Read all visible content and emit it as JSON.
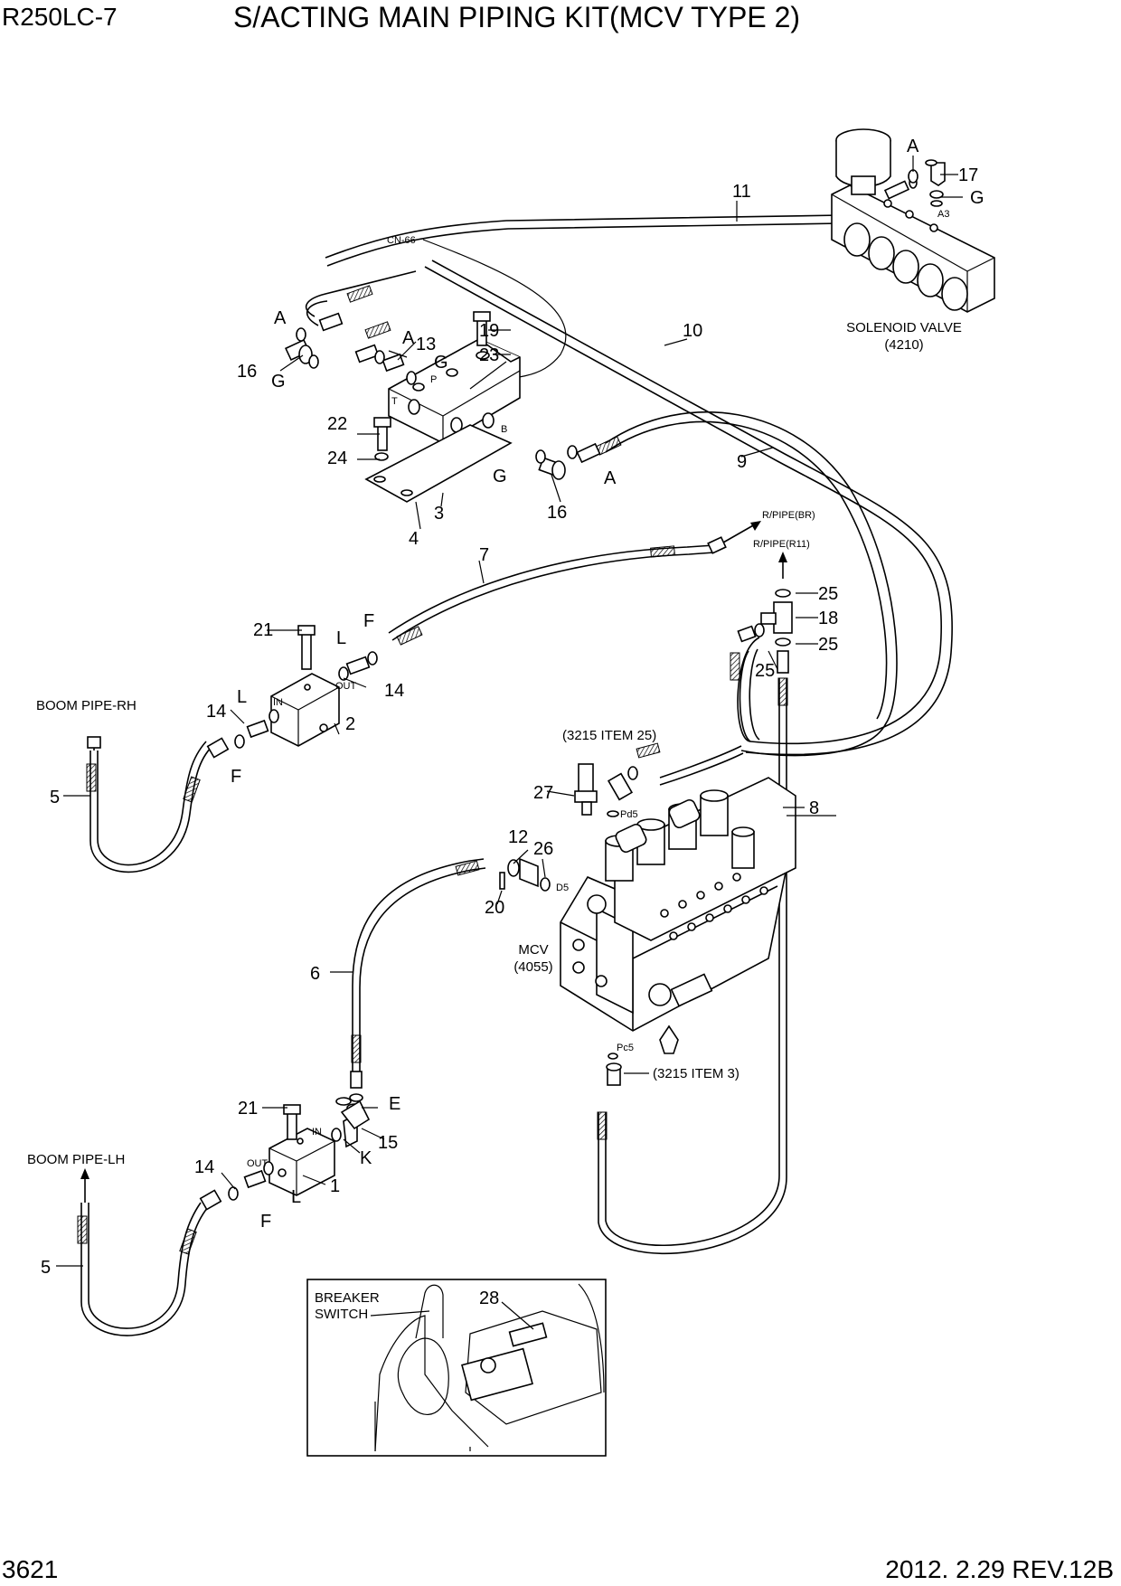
{
  "header": {
    "model": "R250LC-7",
    "title": "S/ACTING MAIN PIPING KIT(MCV TYPE 2)"
  },
  "footer": {
    "page_number": "3621",
    "revision": "2012. 2.29  REV.12B"
  },
  "callouts": {
    "c1": "1",
    "c2": "2",
    "c3": "3",
    "c4": "4",
    "c5a": "5",
    "c5b": "5",
    "c6": "6",
    "c7": "7",
    "c8": "8",
    "c9": "9",
    "c10": "10",
    "c11": "11",
    "c12": "12",
    "c13": "13",
    "c14a": "14",
    "c14b": "14",
    "c14c": "14",
    "c15": "15",
    "c16a": "16",
    "c16b": "16",
    "c17": "17",
    "c18": "18",
    "c19": "19",
    "c20": "20",
    "c21a": "21",
    "c21b": "21",
    "c22": "22",
    "c23": "23",
    "c24": "24",
    "c25a": "25",
    "c25b": "25",
    "c25c": "25",
    "c26": "26",
    "c27": "27",
    "c28": "28"
  },
  "letters": {
    "A1": "A",
    "A2": "A",
    "A3": "A",
    "A4": "A",
    "G1": "G",
    "G2": "G",
    "G3": "G",
    "G4": "G",
    "L1": "L",
    "L2": "L",
    "L3": "L",
    "F1": "F",
    "F2": "F",
    "F3": "F",
    "E": "E",
    "K": "K"
  },
  "labels": {
    "solenoid_valve": "SOLENOID VALVE",
    "solenoid_code": "(4210)",
    "mcv": "MCV",
    "mcv_code": "(4055)",
    "boom_rh": "BOOM PIPE-RH",
    "boom_lh": "BOOM PIPE-LH",
    "r_pipe_br": "R/PIPE(BR)",
    "r_pipe_r11": "R/PIPE(R11)",
    "ref_item25": "(3215 ITEM 25)",
    "ref_item3": "(3215 ITEM 3)",
    "cn66": "CN-66",
    "breaker_switch_1": "BREAKER",
    "breaker_switch_2": "SWITCH",
    "port_a3": "A3",
    "port_p": "P",
    "port_t": "T",
    "port_b": "B",
    "port_in1": "IN",
    "port_out1": "OUT",
    "port_in2": "IN",
    "port_out2": "OUT",
    "port_pd5": "Pd5",
    "port_d5": "D5",
    "port_pc5": "Pc5"
  }
}
